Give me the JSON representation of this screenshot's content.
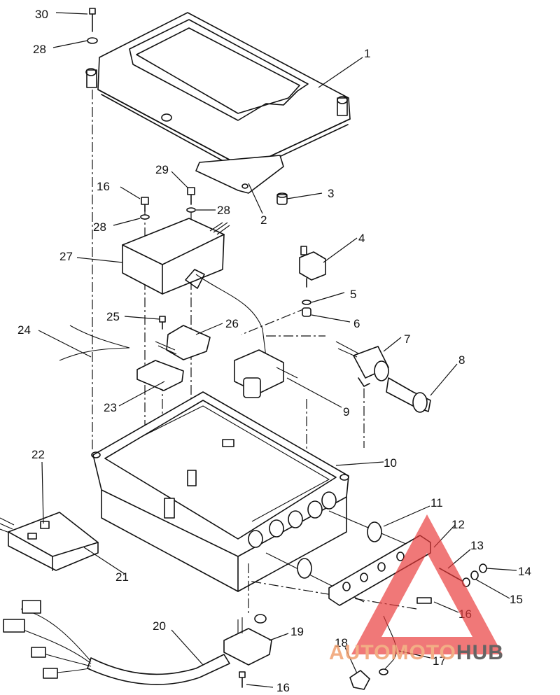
{
  "callouts": [
    {
      "id": "1",
      "label": "1"
    },
    {
      "id": "2",
      "label": "2"
    },
    {
      "id": "3",
      "label": "3"
    },
    {
      "id": "4",
      "label": "4"
    },
    {
      "id": "5",
      "label": "5"
    },
    {
      "id": "6",
      "label": "6"
    },
    {
      "id": "7",
      "label": "7"
    },
    {
      "id": "8",
      "label": "8"
    },
    {
      "id": "9",
      "label": "9"
    },
    {
      "id": "10",
      "label": "10"
    },
    {
      "id": "11",
      "label": "11"
    },
    {
      "id": "12",
      "label": "12"
    },
    {
      "id": "13",
      "label": "13"
    },
    {
      "id": "14",
      "label": "14"
    },
    {
      "id": "15",
      "label": "15"
    },
    {
      "id": "16a",
      "label": "16"
    },
    {
      "id": "16b",
      "label": "16"
    },
    {
      "id": "16c",
      "label": "16"
    },
    {
      "id": "17",
      "label": "17"
    },
    {
      "id": "18",
      "label": "18"
    },
    {
      "id": "19",
      "label": "19"
    },
    {
      "id": "20",
      "label": "20"
    },
    {
      "id": "21",
      "label": "21"
    },
    {
      "id": "22",
      "label": "22"
    },
    {
      "id": "23",
      "label": "23"
    },
    {
      "id": "24",
      "label": "24"
    },
    {
      "id": "25",
      "label": "25"
    },
    {
      "id": "26",
      "label": "26"
    },
    {
      "id": "27",
      "label": "27"
    },
    {
      "id": "28a",
      "label": "28"
    },
    {
      "id": "28b",
      "label": "28"
    },
    {
      "id": "28c",
      "label": "28"
    },
    {
      "id": "29",
      "label": "29"
    },
    {
      "id": "30",
      "label": "30"
    }
  ],
  "watermark": {
    "text_part1": "AUTOMOTO",
    "text_part2": "HUB",
    "color_red": "#e8393a",
    "color_dark": "#4a4a4a"
  }
}
